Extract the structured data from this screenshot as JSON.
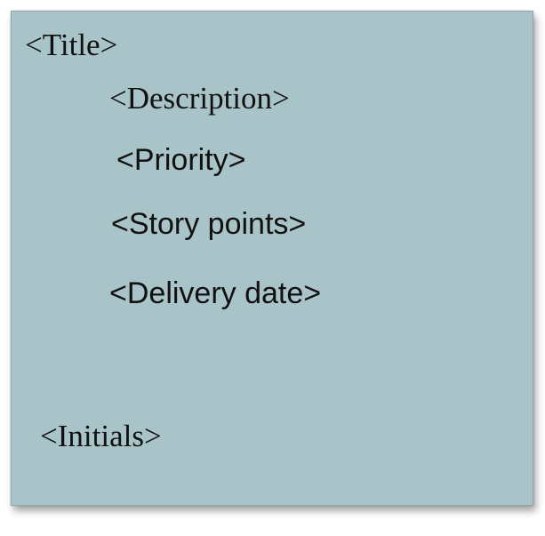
{
  "card": {
    "title": "<Title>",
    "description": "<Description>",
    "priority": "<Priority>",
    "story_points": "<Story points>",
    "delivery_date": "<Delivery date>",
    "initials": "<Initials>"
  },
  "colors": {
    "card_background": "#a9c4c8",
    "text": "#111111"
  }
}
